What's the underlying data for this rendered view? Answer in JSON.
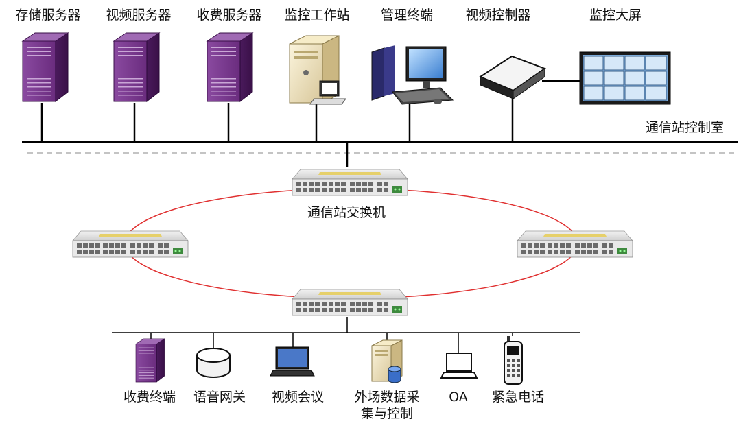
{
  "top_devices": {
    "storage_server": "存储服务器",
    "video_server": "视频服务器",
    "toll_server": "收费服务器",
    "monitor_workstation": "监控工作站",
    "mgmt_terminal": "管理终端",
    "video_controller": "视频控制器",
    "monitor_screen": "监控大屏"
  },
  "control_room_label": "通信站控制室",
  "ring": {
    "switch_label": "通信站交换机"
  },
  "bottom_devices": {
    "toll_terminal": "收费终端",
    "voice_gateway": "语音网关",
    "video_conference": "视频会议",
    "field_data_line1": "外场数据采",
    "field_data_line2": "集与控制",
    "oa": "OA",
    "emergency_phone": "紧急电话"
  },
  "colors": {
    "server_purple": "#6a2c7e",
    "ring_red": "#e03030",
    "bus_line": "#000000",
    "dashed_divider": "#b0b0b0"
  }
}
